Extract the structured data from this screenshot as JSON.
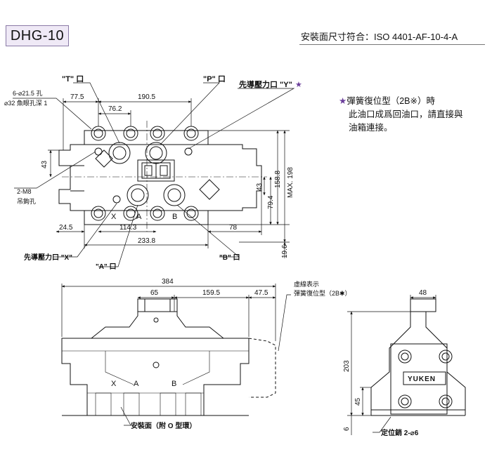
{
  "header": {
    "model": "DHG-10",
    "iso_label": "安裝面尺寸符合：ISO 4401-AF-10-4-A"
  },
  "note": {
    "star": "★",
    "line1": "彈簧復位型（2B※）時",
    "line2": "此油口成爲回油口，請直接與",
    "line3": "油箱連接。"
  },
  "top_view": {
    "callouts": {
      "t_port": "\"T\" 口",
      "p_port": "\"P\" 口",
      "pilot_y": "先導壓力口 \"Y\"",
      "pilot_y_star": "★",
      "holes_1": "6-⌀21.5 孔",
      "holes_2": "⌀32 魚眼孔深 1",
      "eyebolt_1": "2-M8",
      "eyebolt_2": "吊鉤孔",
      "pilot_x": "先導壓力口 \"X\"",
      "a_port": "\"A\" 口",
      "b_port": "\"B\" 口"
    },
    "dims": {
      "d77_5": "77.5",
      "d190_5": "190.5",
      "d76_2": "76.2",
      "d43_left": "43",
      "d24_5": "24.5",
      "d114_3": "114.3",
      "d233_8": "233.8",
      "d78": "78",
      "d43_right": "43",
      "d79_4": "79.4",
      "d158_8": "158.8",
      "max198": "MAX. 198",
      "d19_6": "19.6"
    },
    "port_marks": {
      "x": "X",
      "a": "A",
      "b": "B"
    }
  },
  "front_view": {
    "dims": {
      "d384": "384",
      "d65": "65",
      "d159_5": "159.5",
      "d47_5": "47.5"
    },
    "callouts": {
      "dashed_1": "虛線表示",
      "dashed_2": "彈簧復位型（2B✱）",
      "mounting": "安裝面（附 O 型環）"
    },
    "marks": {
      "x": "X",
      "a": "A",
      "b": "B"
    }
  },
  "side_view": {
    "dims": {
      "d48": "48",
      "d203": "203",
      "d45": "45",
      "d6": "6"
    },
    "brand": "YUKEN",
    "callouts": {
      "pin": "定位銷 2-⌀6"
    }
  }
}
